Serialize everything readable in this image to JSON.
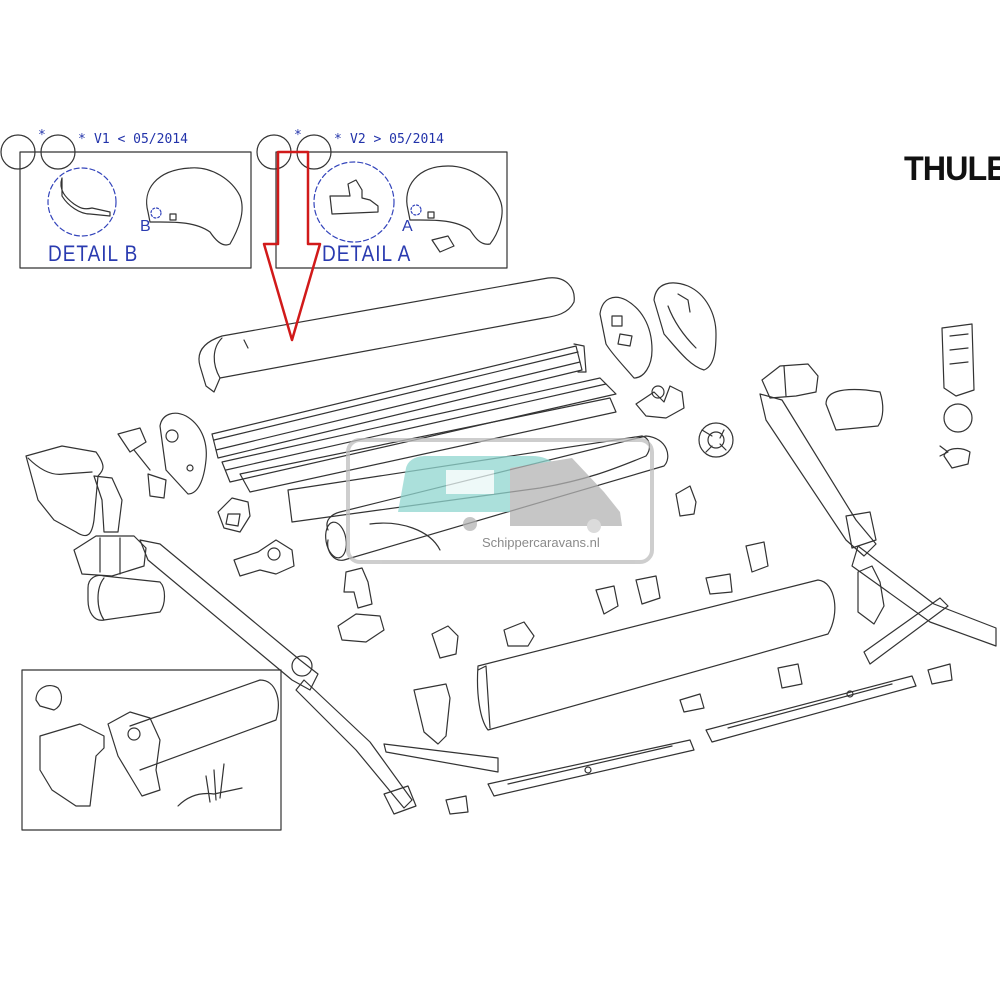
{
  "variants": [
    {
      "id": "v1",
      "star": "*",
      "label": "V1 < 05/2014",
      "detail_title": "DETAIL B",
      "detail_marker": "B"
    },
    {
      "id": "v2",
      "star": "*",
      "label": "V2 > 05/2014",
      "detail_title": "DETAIL A",
      "detail_marker": "A"
    }
  ],
  "brand": {
    "logo_text": "THULE"
  },
  "watermark": {
    "site": "Schippercaravans.nl",
    "icon": "caravan-camper-logo"
  },
  "colors": {
    "line": "#333333",
    "label_blue": "#2233aa",
    "arrow_red": "#d11a1a",
    "watermark_teal": "#8fd6cf",
    "watermark_gray": "#b4b4b4"
  }
}
